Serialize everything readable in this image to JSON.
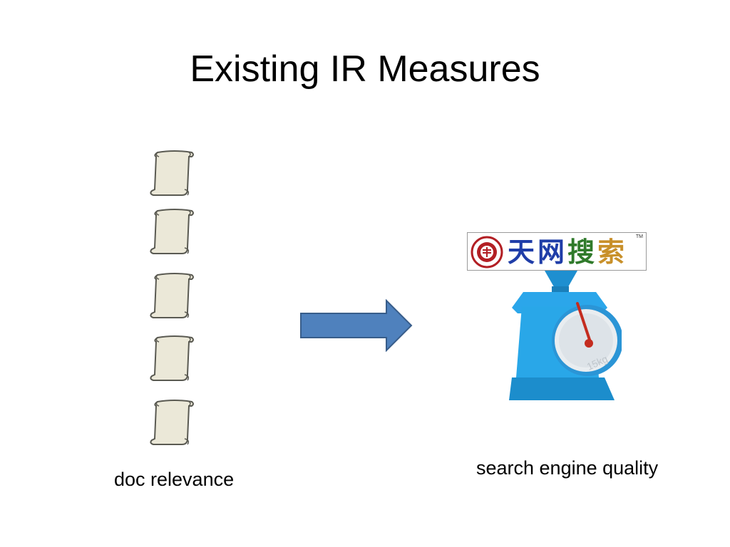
{
  "slide": {
    "title": "Existing IR Measures",
    "left_label": "doc relevance",
    "right_label": "search engine quality"
  },
  "documents": {
    "count": 5,
    "icon": "scroll-document-icon"
  },
  "arrow": {
    "direction": "right",
    "fill": "#4f81bd",
    "stroke": "#385d8a"
  },
  "engine_logo": {
    "characters": [
      "天",
      "网",
      "搜",
      "索"
    ],
    "trademark": "TM",
    "seal_icon": "university-seal-icon"
  },
  "scale": {
    "icon": "weighing-scale-icon",
    "color": "#29a7e8",
    "dial_text": "15kg"
  }
}
